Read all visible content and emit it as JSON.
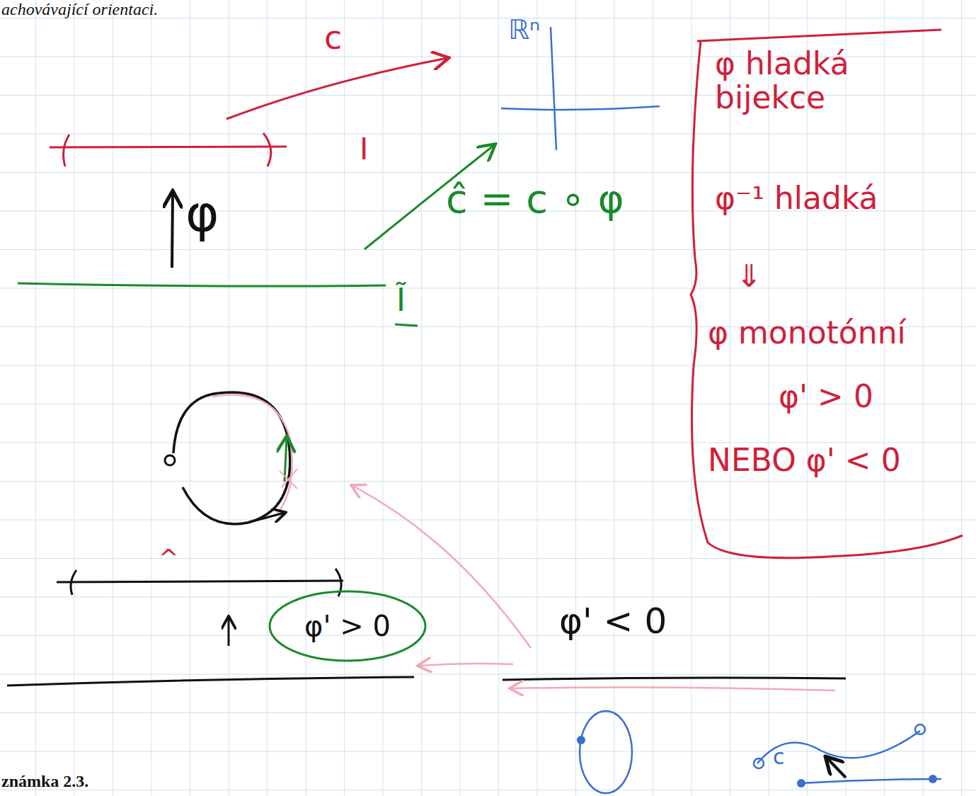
{
  "diagram": {
    "nodes": [
      {
        "text": [
          "φ hladká bijekce",
          "φ⁻¹ hladká",
          "⇓",
          "φ monotónní",
          "φ' > 0",
          "NEBO φ' < 0"
        ]
      },
      {
        "text": [
          "φ' > 0"
        ]
      }
    ],
    "labels": [
      "achovávající orientaci.",
      "c",
      "ℝⁿ",
      "I",
      "φ",
      "ĉ = c ∘ φ",
      "Ĩ",
      "^",
      "φ' < 0",
      "c",
      "známka 2.3."
    ]
  }
}
